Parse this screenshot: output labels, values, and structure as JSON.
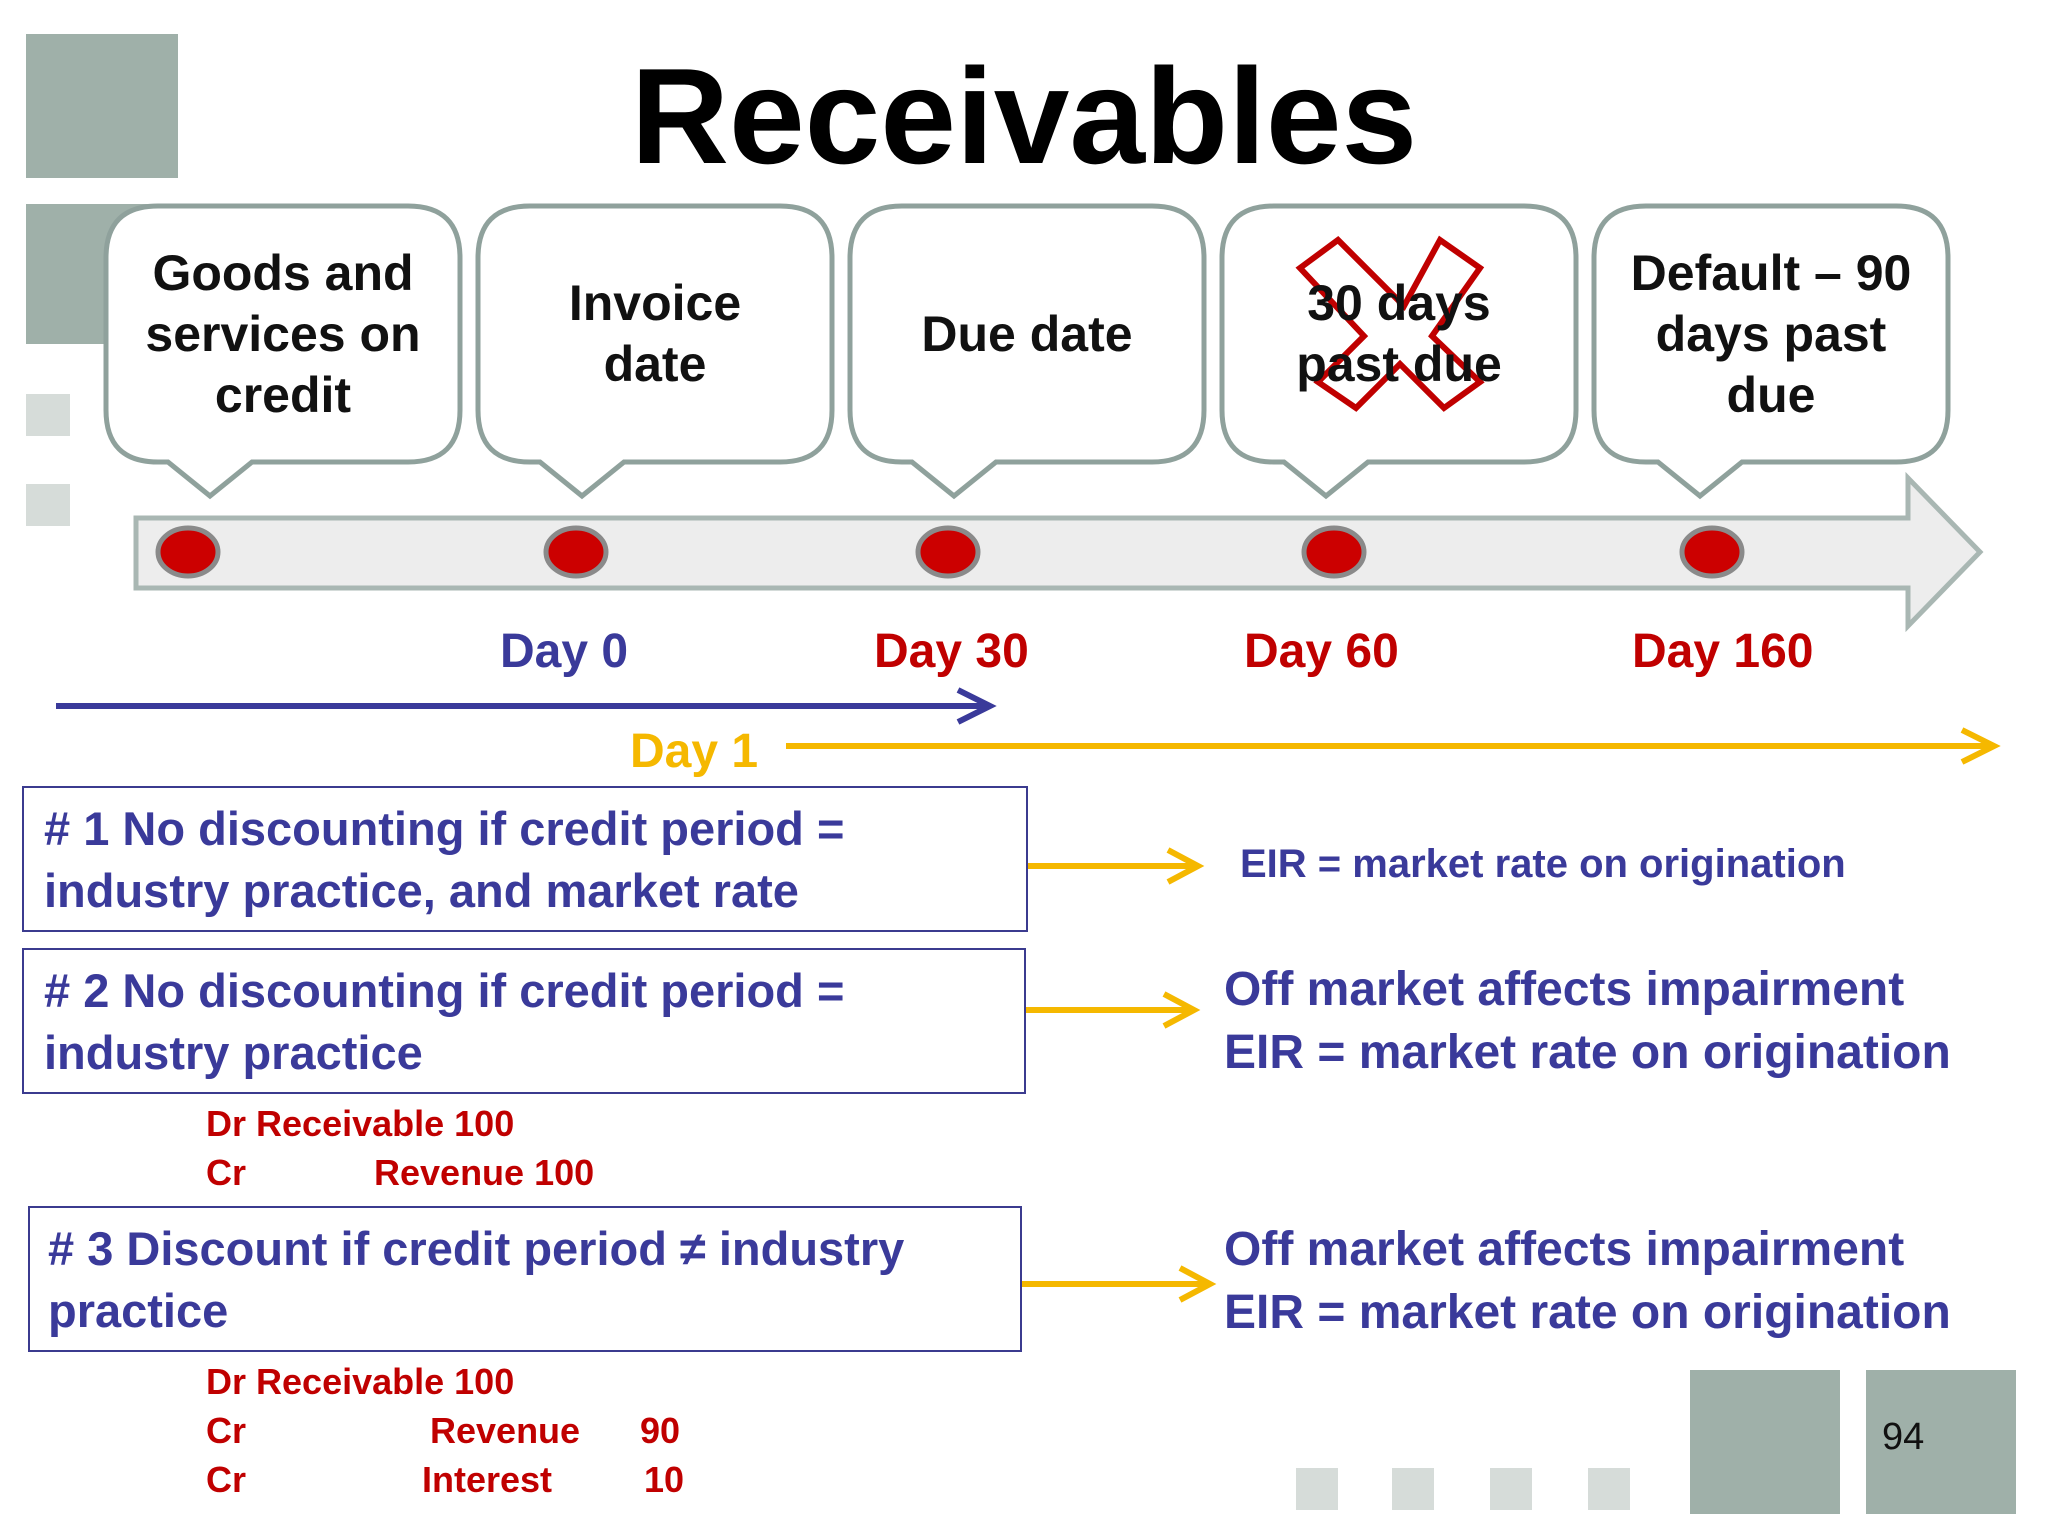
{
  "title": "Receivables",
  "colors": {
    "navy": "#3a3a9a",
    "red": "#c00000",
    "gold": "#f5b800",
    "bubble_border": "#8fa19c",
    "deco": "#9fb0a9"
  },
  "timeline": {
    "bubbles": [
      {
        "lines": [
          "Goods and",
          "services on",
          "credit"
        ]
      },
      {
        "lines": [
          "Invoice",
          "date"
        ]
      },
      {
        "lines": [
          "Due date"
        ]
      },
      {
        "lines": [
          "30 days",
          "past due"
        ],
        "crossed_out": true
      },
      {
        "lines": [
          "Default – 90",
          "days past",
          "due"
        ]
      }
    ],
    "day_labels": [
      {
        "text": "Day 0",
        "color": "#3a3a9a"
      },
      {
        "text": "Day 30",
        "color": "#c00000"
      },
      {
        "text": "Day 60",
        "color": "#c00000"
      },
      {
        "text": "Day 160",
        "color": "#c00000"
      }
    ],
    "day1_label": "Day 1"
  },
  "cases": [
    {
      "lines": [
        "# 1 No discounting if credit period =",
        "industry practice, and market rate"
      ],
      "result": [
        "EIR = market rate on origination"
      ]
    },
    {
      "lines": [
        "# 2 No discounting if credit period =",
        "industry practice"
      ],
      "result": [
        "Off market affects impairment",
        "EIR = market rate on origination"
      ],
      "entries": [
        {
          "side": "Dr",
          "account": "Receivable 100",
          "amount": ""
        },
        {
          "side": "Cr",
          "account": "Revenue 100",
          "amount": ""
        }
      ]
    },
    {
      "lines": [
        "# 3 Discount if credit period ≠ industry",
        "practice"
      ],
      "result": [
        "Off market affects impairment",
        "EIR = market rate on origination"
      ],
      "entries": [
        {
          "side": "Dr",
          "account": "Receivable 100",
          "amount": ""
        },
        {
          "side": "Cr",
          "account": "Revenue",
          "amount": "90"
        },
        {
          "side": "Cr",
          "account": "Interest",
          "amount": "10"
        }
      ]
    }
  ],
  "page_number": "94"
}
